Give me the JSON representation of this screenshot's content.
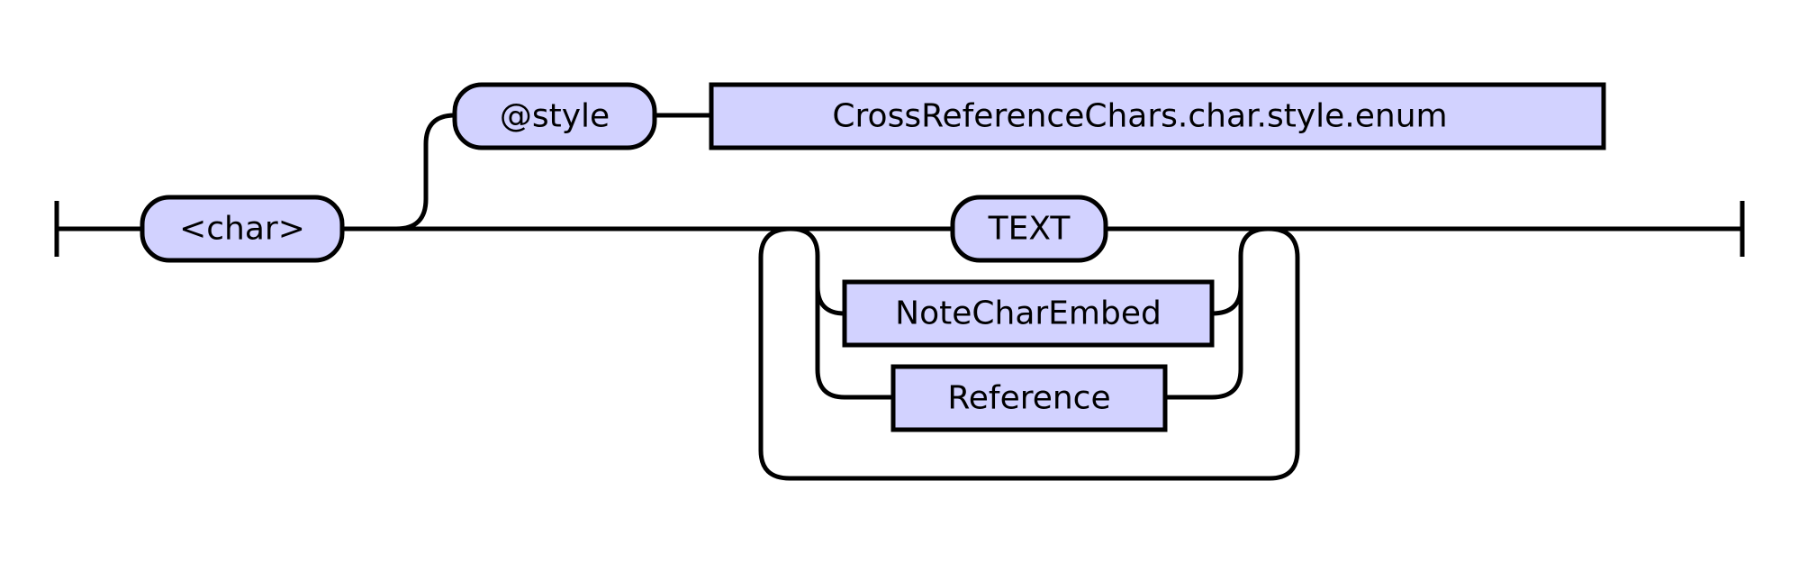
{
  "colors": {
    "node_fill": "#d2d2ff",
    "stroke": "#000000",
    "background": "#ffffff"
  },
  "nodes": {
    "char_element": "<char>",
    "style_attribute": "@style",
    "style_enum": "CrossReferenceChars.char.style.enum",
    "text": "TEXT",
    "note_char_embed": "NoteCharEmbed",
    "reference": "Reference"
  }
}
